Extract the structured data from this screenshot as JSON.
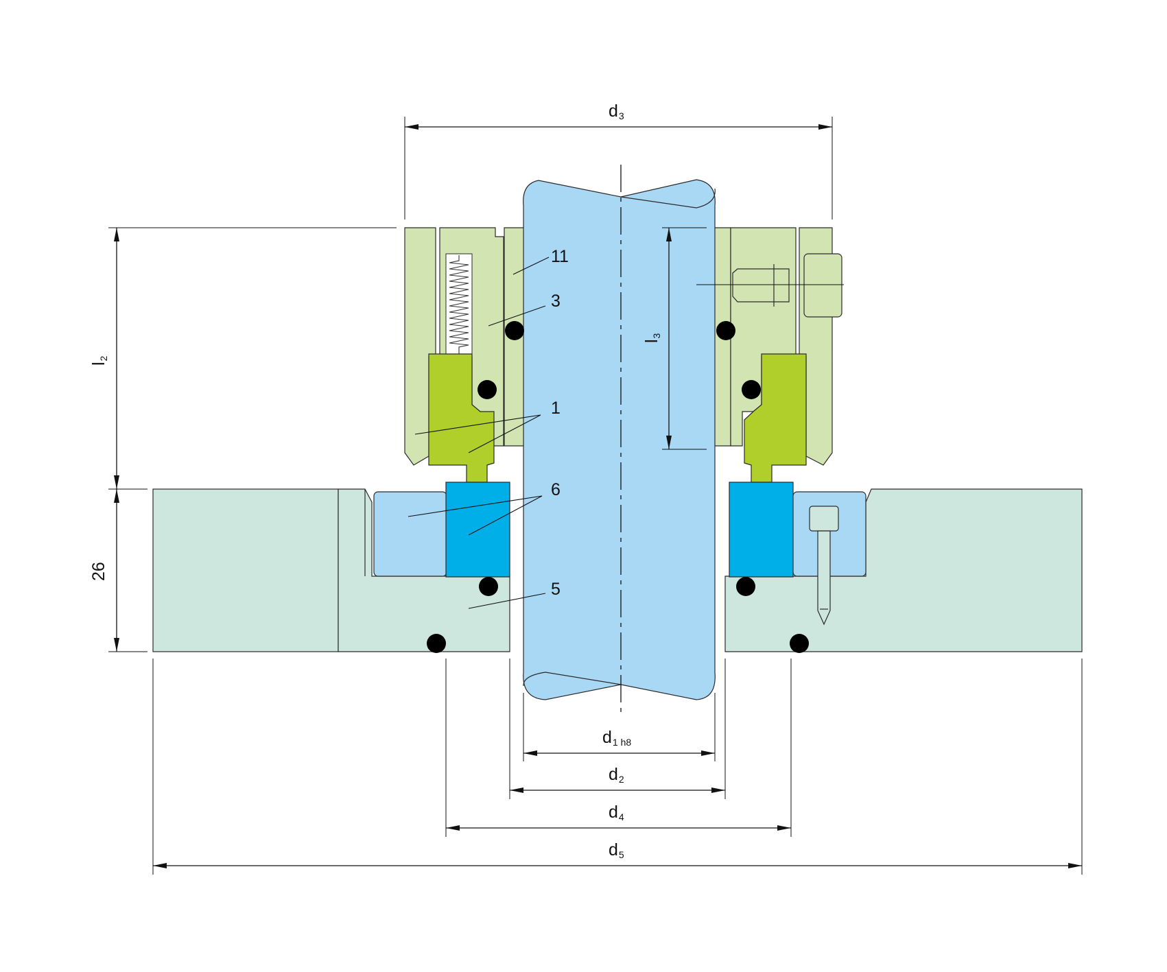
{
  "colors": {
    "shaft": "#a9d8f5",
    "housing": "#cde7df",
    "gland": "#d3e4b3",
    "seat_ring": "#b1cf2a",
    "face": "#00aee8",
    "face_light": "#a9d8f5",
    "oring": "#000000",
    "line": "#111111"
  },
  "part_labels": {
    "p11": "11",
    "p3": "3",
    "p1": "1",
    "p6": "6",
    "p5": "5"
  },
  "dimensions": {
    "d3": {
      "main": "d",
      "sub": "3"
    },
    "d1": {
      "main": "d",
      "sub": "1 h8"
    },
    "d2": {
      "main": "d",
      "sub": "2"
    },
    "d4": {
      "main": "d",
      "sub": "4"
    },
    "d5": {
      "main": "d",
      "sub": "5"
    },
    "l2": {
      "main": "l",
      "sub": "2"
    },
    "l3": {
      "main": "l",
      "sub": "3"
    },
    "h26": {
      "value": "26"
    }
  }
}
